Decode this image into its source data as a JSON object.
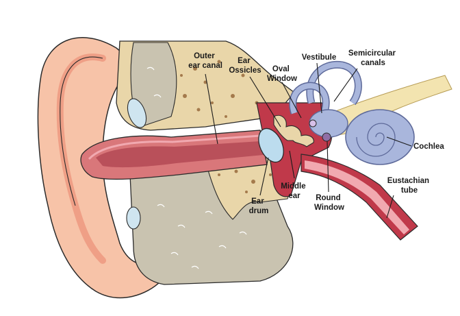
{
  "labels": {
    "outer_ear_canal": [
      "Outer",
      "ear canal"
    ],
    "ear_ossicles": [
      "Ear",
      "Ossicles"
    ],
    "oval_window": [
      "Oval",
      "Window"
    ],
    "vestibule": [
      "Vestibule"
    ],
    "semicircular_canals": [
      "Semicircular",
      "canals"
    ],
    "cochlea": [
      "Cochlea"
    ],
    "eustachian_tube": [
      "Eustachian",
      "tube"
    ],
    "middle_ear": [
      "Middle",
      "ear"
    ],
    "round_window": [
      "Round",
      "Window"
    ],
    "ear_drum": [
      "Ear",
      "drum"
    ]
  },
  "colors": {
    "skin": "#f7c3a8",
    "skin_shade": "#ef9f86",
    "canal_red": "#d9777a",
    "canal_dark": "#b9505a",
    "bone": "#e9d6a9",
    "bone_spots": "#a47a4c",
    "tissue_grey": "#c9c3b0",
    "middle_ear_red": "#c0394a",
    "drum_blue": "#bcdcee",
    "inner_ear_blue": "#a9b6dc",
    "inner_ear_stroke": "#5e6a9a",
    "nerve_yellow": "#f3e4b0",
    "tube_pink": "#f1a9b0"
  }
}
